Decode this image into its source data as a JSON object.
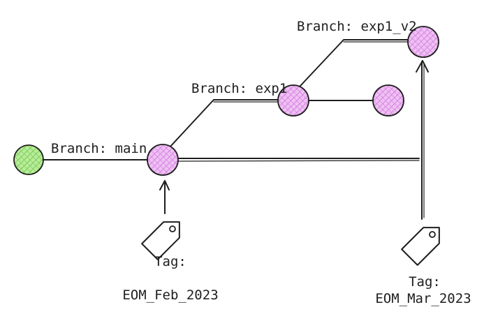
{
  "diagram": {
    "branches": {
      "main": "Branch: main",
      "exp1": "Branch: exp1",
      "exp1_v2": "Branch: exp1_v2"
    },
    "tags": {
      "feb": {
        "line1": "Tag:",
        "line2": "EOM_Feb_2023"
      },
      "mar": {
        "line1": "Tag:",
        "line2": "EOM_Mar_2023"
      }
    },
    "colors": {
      "root_commit": "#9be07a",
      "commit": "#e7a6ee",
      "stroke": "#1e1e1e"
    }
  }
}
